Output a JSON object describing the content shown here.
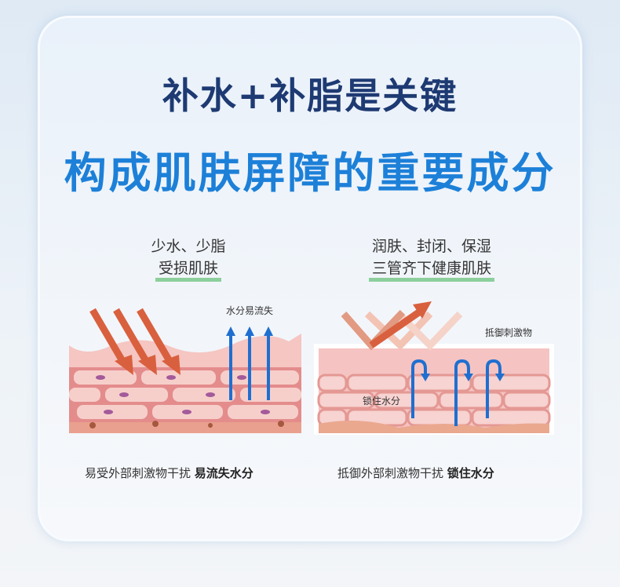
{
  "title_line1": "补水+补脂是关键",
  "title_line2": "构成肌肤屏障的重要成分",
  "left": {
    "label_line1": "少水、少脂",
    "label_line2": "受损肌肤",
    "annotation": "水分易流失",
    "caption_normal": "易受外部刺激物干扰",
    "caption_bold": "易流失水分"
  },
  "right": {
    "label_line1": "润肤、封闭、保湿",
    "label_line2": "三管齐下健康肌肤",
    "annotation_top": "抵御刺激物",
    "annotation_inner": "锁住水分",
    "caption_normal": "抵御外部刺激物干扰",
    "caption_bold": "锁住水分"
  },
  "colors": {
    "title_dark": "#1e3a73",
    "title_blue": "#1d80d8",
    "arrow_orange": "#d9603e",
    "arrow_blue": "#1f6fd0",
    "skin": "#f2b7b4"
  }
}
